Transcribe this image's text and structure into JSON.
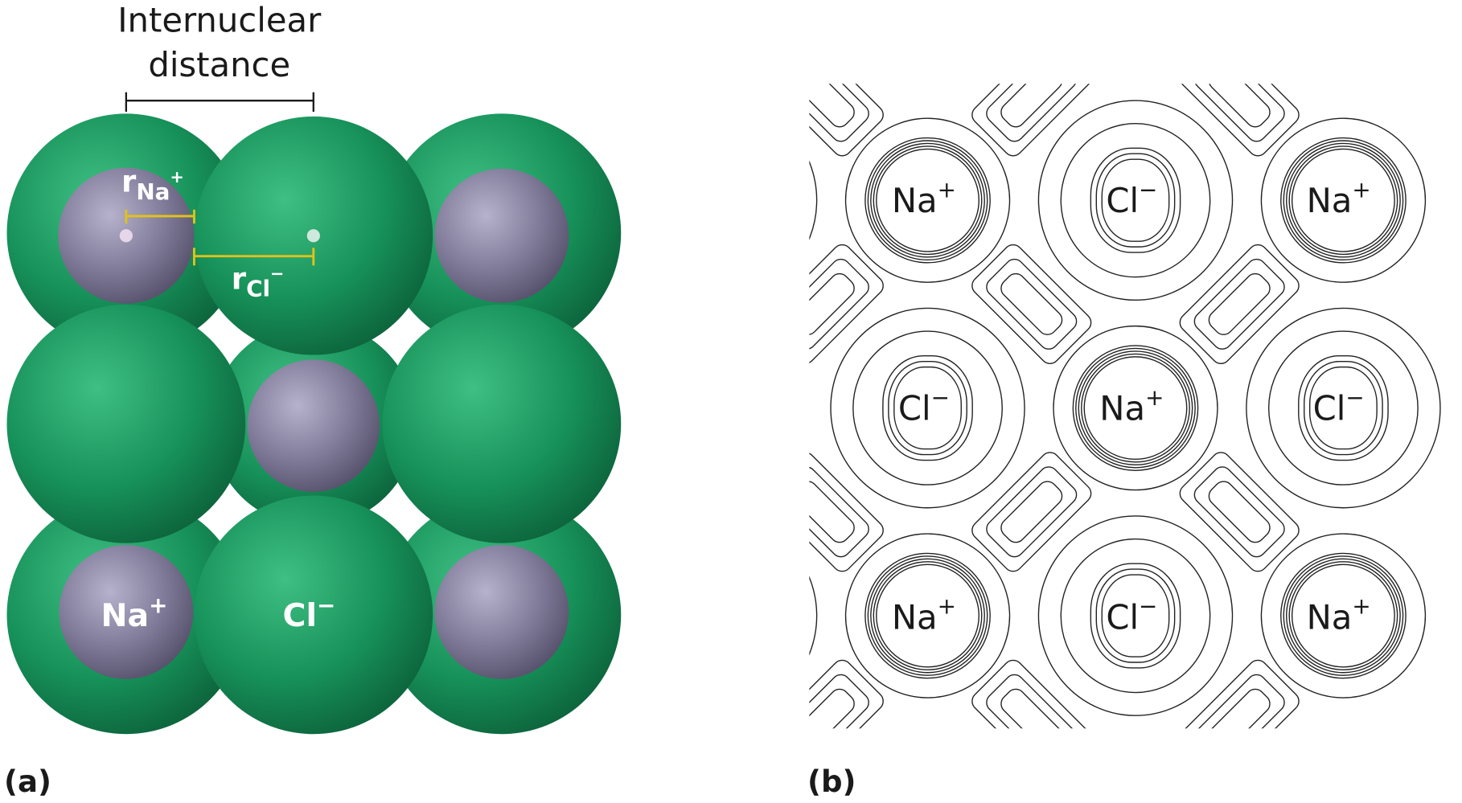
{
  "panel_a": {
    "panel_label": "(a)",
    "title_line1": "Internuclear",
    "title_line2": "distance",
    "r_na_label": "r",
    "r_na_sub": "Na",
    "r_na_sup": "+",
    "r_cl_label": "r",
    "r_cl_sub": "Cl",
    "r_cl_sup": "−",
    "na_label": "Na",
    "na_charge": "+",
    "cl_label": "Cl",
    "cl_charge": "−",
    "colors": {
      "chloride": "#1a9a5e",
      "sodium": "#807a98",
      "radius_marker": "#e0c21a"
    }
  },
  "panel_b": {
    "panel_label": "(b)",
    "ions": [
      {
        "symbol": "Na",
        "charge": "+"
      },
      {
        "symbol": "Cl",
        "charge": "−"
      },
      {
        "symbol": "Na",
        "charge": "+"
      },
      {
        "symbol": "Cl",
        "charge": "−"
      },
      {
        "symbol": "Na",
        "charge": "+"
      },
      {
        "symbol": "Cl",
        "charge": "−"
      },
      {
        "symbol": "Na",
        "charge": "+"
      },
      {
        "symbol": "Cl",
        "charge": "−"
      },
      {
        "symbol": "Na",
        "charge": "+"
      }
    ]
  }
}
